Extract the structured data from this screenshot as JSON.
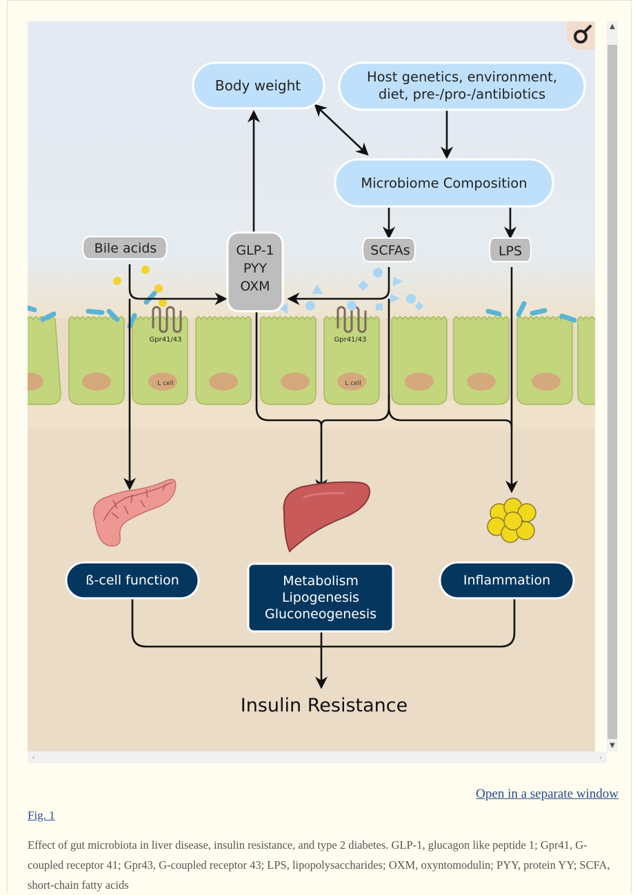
{
  "diagram": {
    "nodes": {
      "body_weight": "Body weight",
      "host_line1": "Host genetics, environment,",
      "host_line2": "diet, pre-/pro-/antibiotics",
      "microbiome": "Microbiome Composition",
      "bile_acids": "Bile acids",
      "glp1": "GLP-1",
      "pyy": "PYY",
      "oxm": "OXM",
      "scfas": "SCFAs",
      "lps": "LPS",
      "beta_cell": "ß-cell function",
      "metab_line1": "Metabolism",
      "metab_line2": "Lipogenesis",
      "metab_line3": "Gluconeogenesis",
      "inflammation": "Inflammation",
      "insulin_resistance": "Insulin Resistance",
      "gpr_left": "Gpr41/43",
      "gpr_right": "Gpr41/43",
      "lcell_left": "L cell",
      "lcell_right": "L cell"
    },
    "colors": {
      "lumen_bg": "#e2e9f3",
      "tissue_bg": "#eadcc7",
      "cell_fill": "#c3d67e",
      "light_box": "#bfe0fa",
      "grey_box": "#bdbdbd",
      "dark_box": "#05365e"
    }
  },
  "links": {
    "open_window": "Open in a separate window",
    "figure": "Fig. 1"
  },
  "caption": "Effect of gut microbiota in liver disease, insulin resistance, and type 2 diabetes. GLP-1, glucagon like peptide 1; Gpr41, G-coupled receptor 41; Gpr43, G-coupled receptor 43; LPS, lipopolysaccharides; OXM, oxyntomodulin; PYY, protein YY; SCFA, short-chain fatty acids",
  "icons": [
    "zoom-icon",
    "scroll-up-icon",
    "scroll-down-icon",
    "scroll-left-icon",
    "scroll-right-icon",
    "pancreas-icon",
    "liver-icon",
    "adipocyte-cluster-icon",
    "receptor-icon"
  ]
}
